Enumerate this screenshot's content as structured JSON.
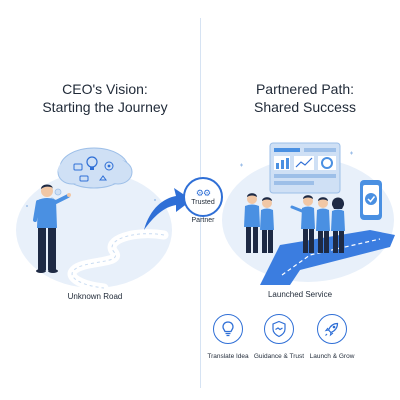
{
  "left_panel": {
    "title_line1": "CEO's Vision:",
    "title_line2": "Starting the Journey",
    "caption": "Unknown Road"
  },
  "center": {
    "badge_text": "Trusted",
    "badge_icon": "gears-icon",
    "label": "Partner"
  },
  "right_panel": {
    "title_line1": "Partnered Path:",
    "title_line2": "Shared Success",
    "caption": "Launched Service"
  },
  "features": [
    {
      "label": "Translate Idea",
      "icon": "lightbulb-icon"
    },
    {
      "label": "Guidance & Trust",
      "icon": "handshake-icon"
    },
    {
      "label": "Launch & Grow",
      "icon": "rocket-icon"
    }
  ],
  "colors": {
    "accent": "#2f6fd6",
    "light_blue": "#dbe8f7",
    "shirt": "#4a90e2",
    "pants": "#1e2a44"
  }
}
